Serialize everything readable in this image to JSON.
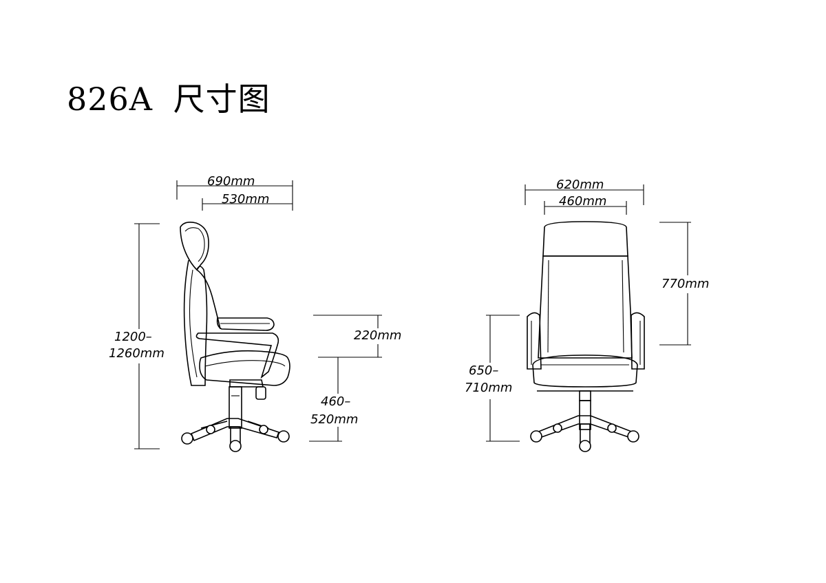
{
  "title": {
    "model": "826A",
    "label": "尺寸图"
  },
  "side_view": {
    "overall_depth": "690mm",
    "seat_depth": "530mm",
    "overall_height_line1": "1200–",
    "overall_height_line2": "1260mm",
    "armrest_height": "220mm",
    "seat_height_line1": "460–",
    "seat_height_line2": "520mm"
  },
  "front_view": {
    "overall_width": "620mm",
    "seat_width": "460mm",
    "backrest_height": "770mm",
    "armrest_floor_line1": "650–",
    "armrest_floor_line2": "710mm"
  }
}
